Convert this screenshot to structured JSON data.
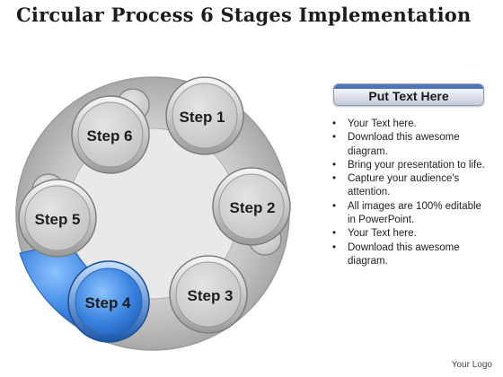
{
  "title": "Circular Process 6 Stages Implementation",
  "diagram": {
    "steps": [
      "Step 1",
      "Step 2",
      "Step 3",
      "Step 4",
      "Step 5",
      "Step 6"
    ],
    "highlighted_step": "Step 4",
    "colors": {
      "ring": "#bdbdbd",
      "node": "#cfcfcf",
      "node_border": "#8a8a8a",
      "highlight": "#2f78d6",
      "highlight_light": "#6aa8f2"
    }
  },
  "panel": {
    "header": "Put Text Here",
    "bullets": [
      "Your Text here.",
      "Download this awesome diagram.",
      "Bring your presentation to life.",
      "Capture your audience's attention.",
      "All images are 100% editable in PowerPoint.",
      "Your Text here.",
      "Download this awesome diagram."
    ]
  },
  "logo": "Your Logo"
}
